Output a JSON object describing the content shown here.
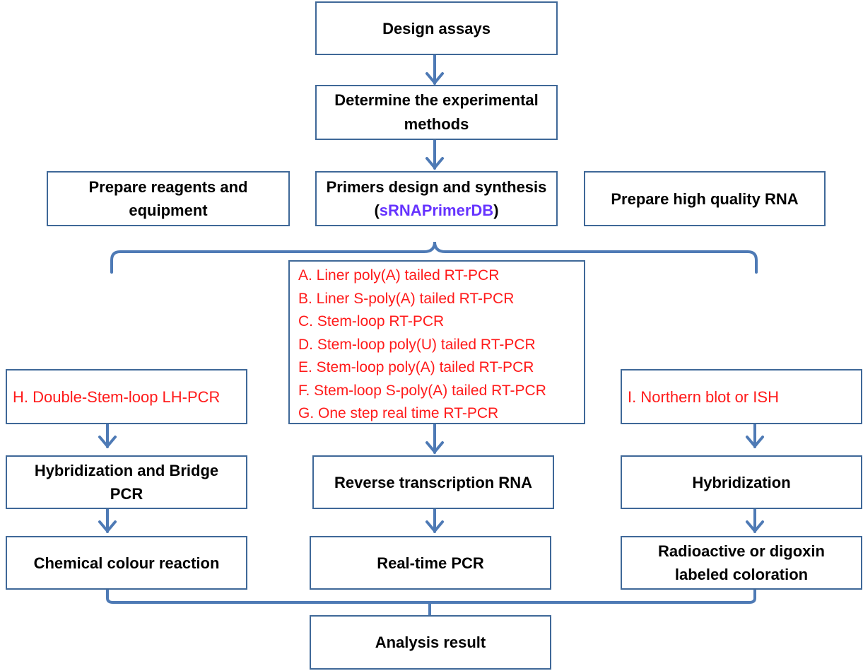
{
  "colors": {
    "border": "#3f6898",
    "arrow": "#4e7ab5",
    "method_text": "#ff1a1a",
    "db_link": "#6633ff"
  },
  "steps": {
    "design_assays": "Design assays",
    "determine_methods_line1": "Determine the experimental",
    "determine_methods_line2": "methods",
    "prepare_reagents_line1": "Prepare reagents and",
    "prepare_reagents_line2": "equipment",
    "primers_line1": "Primers design and synthesis",
    "primers_open": "(",
    "primers_db": "sRNAPrimerDB",
    "primers_close": ")",
    "prepare_rna": "Prepare high quality RNA"
  },
  "methods": [
    "A. Liner poly(A) tailed RT-PCR",
    "B. Liner S-poly(A) tailed RT-PCR",
    "C. Stem-loop RT-PCR",
    "D. Stem-loop poly(U) tailed RT-PCR",
    "E. Stem-loop poly(A) tailed RT-PCR",
    "F. Stem-loop S-poly(A) tailed RT-PCR",
    "G. One step real time RT-PCR"
  ],
  "left_branch": {
    "method": "H. Double-Stem-loop LH-PCR",
    "step1_line1": "Hybridization and Bridge",
    "step1_line2": "PCR",
    "step2": "Chemical colour reaction"
  },
  "middle_branch": {
    "step1": "Reverse transcription RNA",
    "step2": "Real-time PCR"
  },
  "right_branch": {
    "method": "I. Northern blot or ISH",
    "step1": "Hybridization",
    "step2_line1": "Radioactive or digoxin",
    "step2_line2": "labeled coloration"
  },
  "final": "Analysis result"
}
